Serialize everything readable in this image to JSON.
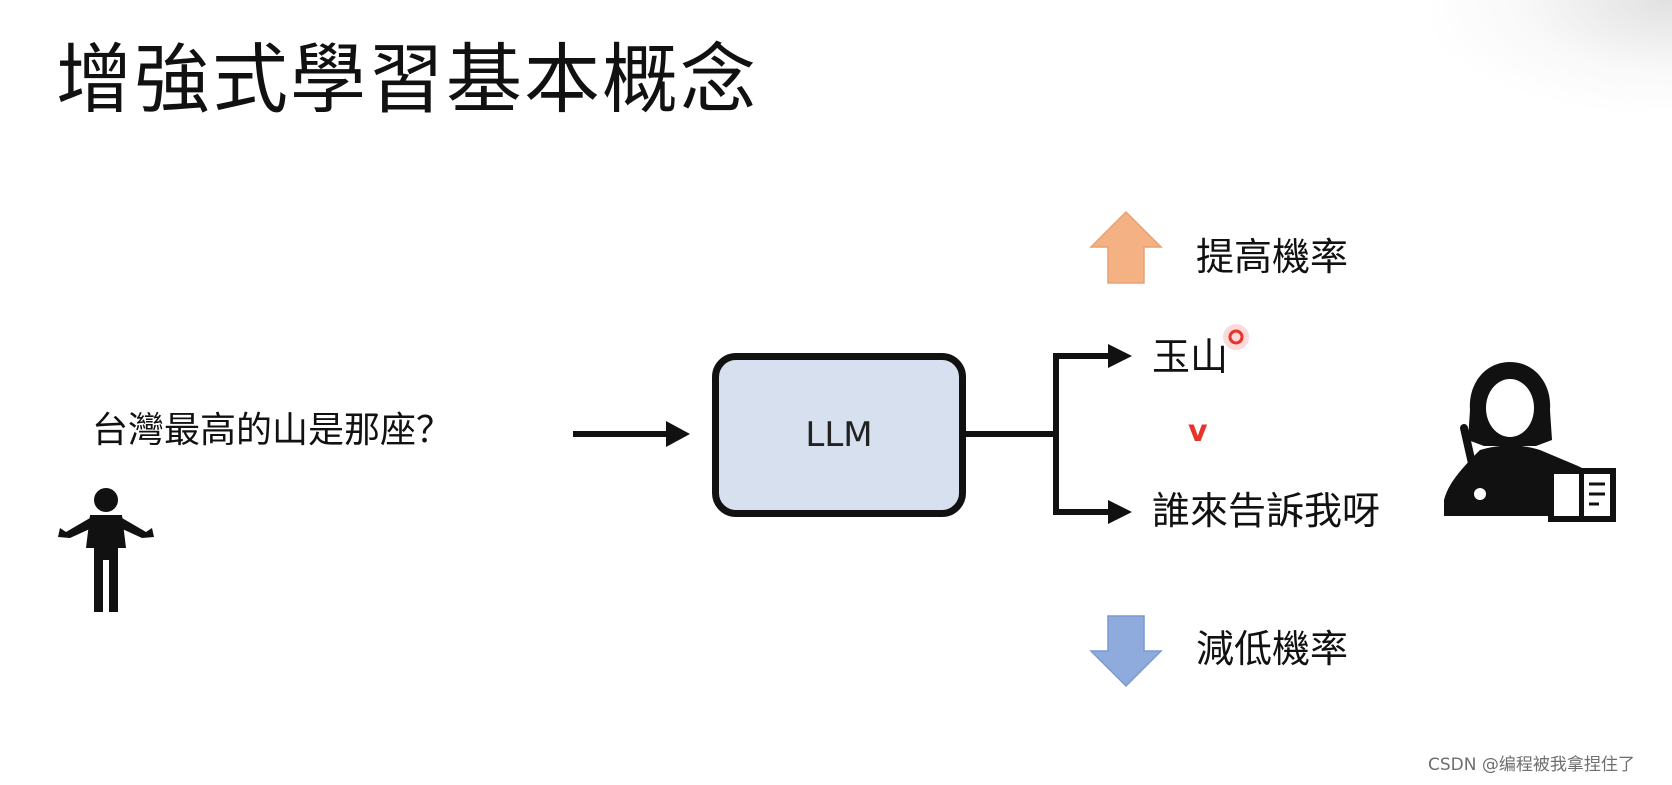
{
  "slide": {
    "title": "增強式學習基本概念",
    "question": "台灣最高的山是那座？",
    "model_label": "LLM",
    "answers": [
      "玉山",
      "誰來告訴我呀"
    ],
    "comparison_mark": "v",
    "probability_up_label": "提高機率",
    "probability_down_label": "減低機率",
    "watermark": "CSDN @编程被我拿捏住了"
  },
  "icons": {
    "user": "person-shrugging-icon",
    "teacher": "teacher-with-book-icon",
    "up": "up-arrow-icon",
    "down": "down-arrow-icon"
  },
  "colors": {
    "llm_fill": "#d6e0ef",
    "up_arrow": "#f4b183",
    "down_arrow": "#8faadc",
    "mark": "#e8332a",
    "stroke": "#111111"
  }
}
